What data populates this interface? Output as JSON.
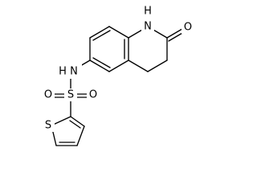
{
  "atoms": {
    "n_amide": "N",
    "h_amide": "H",
    "o_carbonyl": "O",
    "n_sulfonamide": "N",
    "h_sulfonamide": "H",
    "s_sulfonyl": "S",
    "o_sulfonyl_left": "O",
    "o_sulfonyl_right": "O",
    "s_thiophene": "S"
  }
}
